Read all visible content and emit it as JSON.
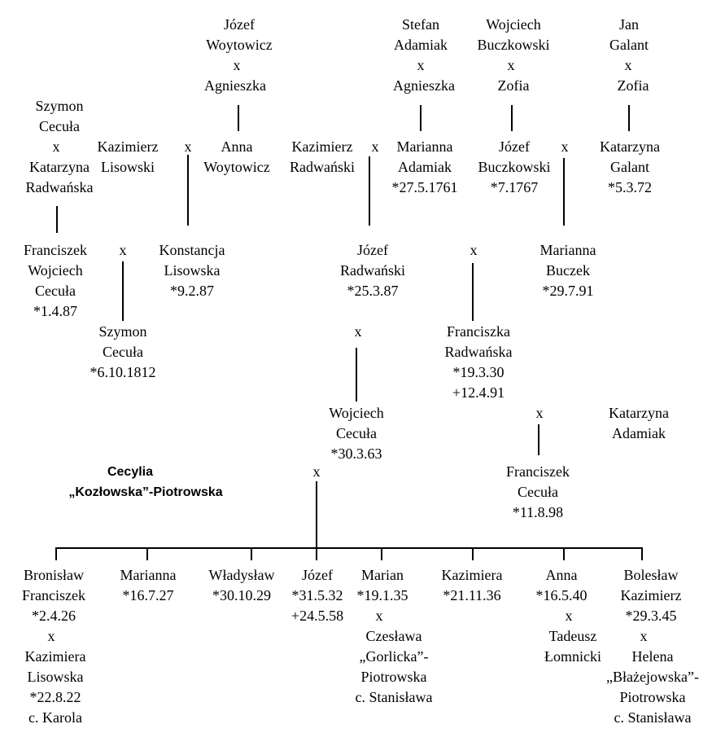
{
  "persons": {
    "jozef_woytowicz": "Józef\nWoytowicz",
    "agnieszka_w": "Agnieszka",
    "stefan_adamiak": "Stefan\nAdamiak",
    "agnieszka_a": "Agnieszka",
    "wojciech_buczkowski": "Wojciech\nBuczkowski",
    "zofia_b": "Zofia",
    "jan_galant": "Jan\nGalant",
    "zofia_g": "Zofia",
    "szymon_cecula_sr": "Szymon\nCecuła",
    "katarzyna_radwanska": "Katarzyna\nRadwańska",
    "kazimierz_lisowski": "Kazimierz\nLisowski",
    "anna_woytowicz": "Anna\nWoytowicz",
    "kazimierz_radwanski": "Kazimierz\nRadwański",
    "marianna_adamiak": "Marianna\nAdamiak\n*27.5.1761",
    "jozef_buczkowski": "Józef\nBuczkowski\n*7.1767",
    "katarzyna_galant": "Katarzyna\nGalant\n*5.3.72",
    "franciszek_wojciech_cecula": "Franciszek\nWojciech\nCecuła\n*1.4.87",
    "konstancja_lisowska": "Konstancja\nLisowska\n*9.2.87",
    "jozef_radwanski": "Józef\nRadwański\n*25.3.87",
    "marianna_buczek": "Marianna\nBuczek\n*29.7.91",
    "szymon_cecula": "Szymon\nCecuła\n*6.10.1812",
    "franciszka_radwanska": "Franciszka\nRadwańska\n*19.3.30\n+12.4.91",
    "wojciech_cecula": "Wojciech\nCecuła\n*30.3.63",
    "katarzyna_adamiak": "Katarzyna\nAdamiak",
    "cecylia_line1": "Cecylia",
    "cecylia_line2": "„Kozłowska”-Piotrowska",
    "franciszek_cecula": "Franciszek\nCecuła\n*11.8.98",
    "bronislaw": "Bronisław\nFranciszek\n*2.4.26",
    "kazimiera_lisowska": "Kazimiera\nLisowska\n*22.8.22\nc. Karola",
    "marianna_child": "Marianna\n*16.7.27",
    "wladyslaw": "Władysław\n*30.10.29",
    "jozef_child": "Józef\n*31.5.32\n+24.5.58",
    "marian": "Marian\n*19.1.35",
    "czeslawa": "Czesława\n„Gorlicka”-\nPiotrowska\nc. Stanisława",
    "kazimiera_child": "Kazimiera\n*21.11.36",
    "anna_child": "Anna\n*16.5.40",
    "tadeusz": "Tadeusz\nŁomnicki",
    "boleslaw": "Bolesław\nKazimierz\n*29.3.45",
    "helena": "Helena\n„Błażejowska”-\nPiotrowska\nc. Stanisława"
  },
  "marriage_symbol": "x"
}
